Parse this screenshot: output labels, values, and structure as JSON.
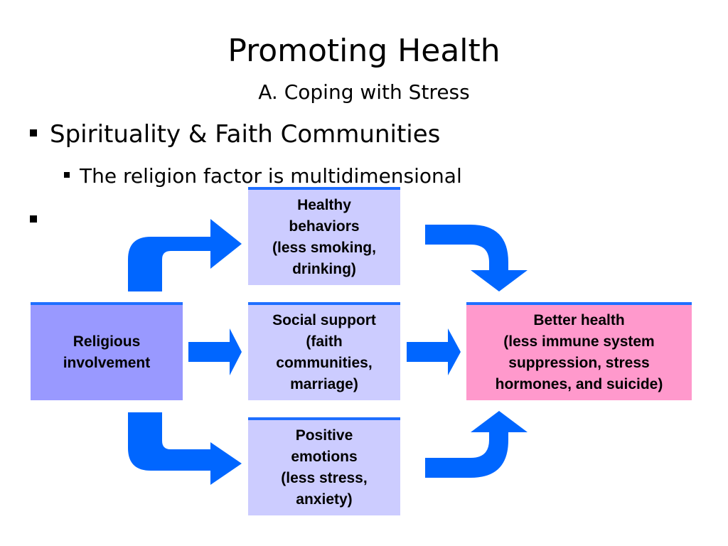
{
  "slide": {
    "title": "Promoting Health",
    "subtitle": "A. Coping with Stress",
    "bullets": [
      {
        "text": "Spirituality & Faith Communities"
      },
      {
        "text": "The religion factor is multidimensional"
      },
      {
        "text": ""
      }
    ]
  },
  "diagram": {
    "nodes": {
      "religious": "Religious\ninvolvement",
      "healthy": "Healthy\nbehaviors\n(less smoking,\ndrinking)",
      "social": "Social support\n(faith\ncommunities,\nmarriage)",
      "positive": "Positive\nemotions\n(less stress,\nanxiety)",
      "better": "Better health\n(less immune system\nsuppression, stress\nhormones, and suicide)"
    },
    "colors": {
      "arrow": "#0066ff",
      "box_top_border": "#1f6fff",
      "middle_boxes": "#ccccff",
      "religious_box": "#9999ff",
      "better_health_box": "#ff99cc"
    }
  }
}
